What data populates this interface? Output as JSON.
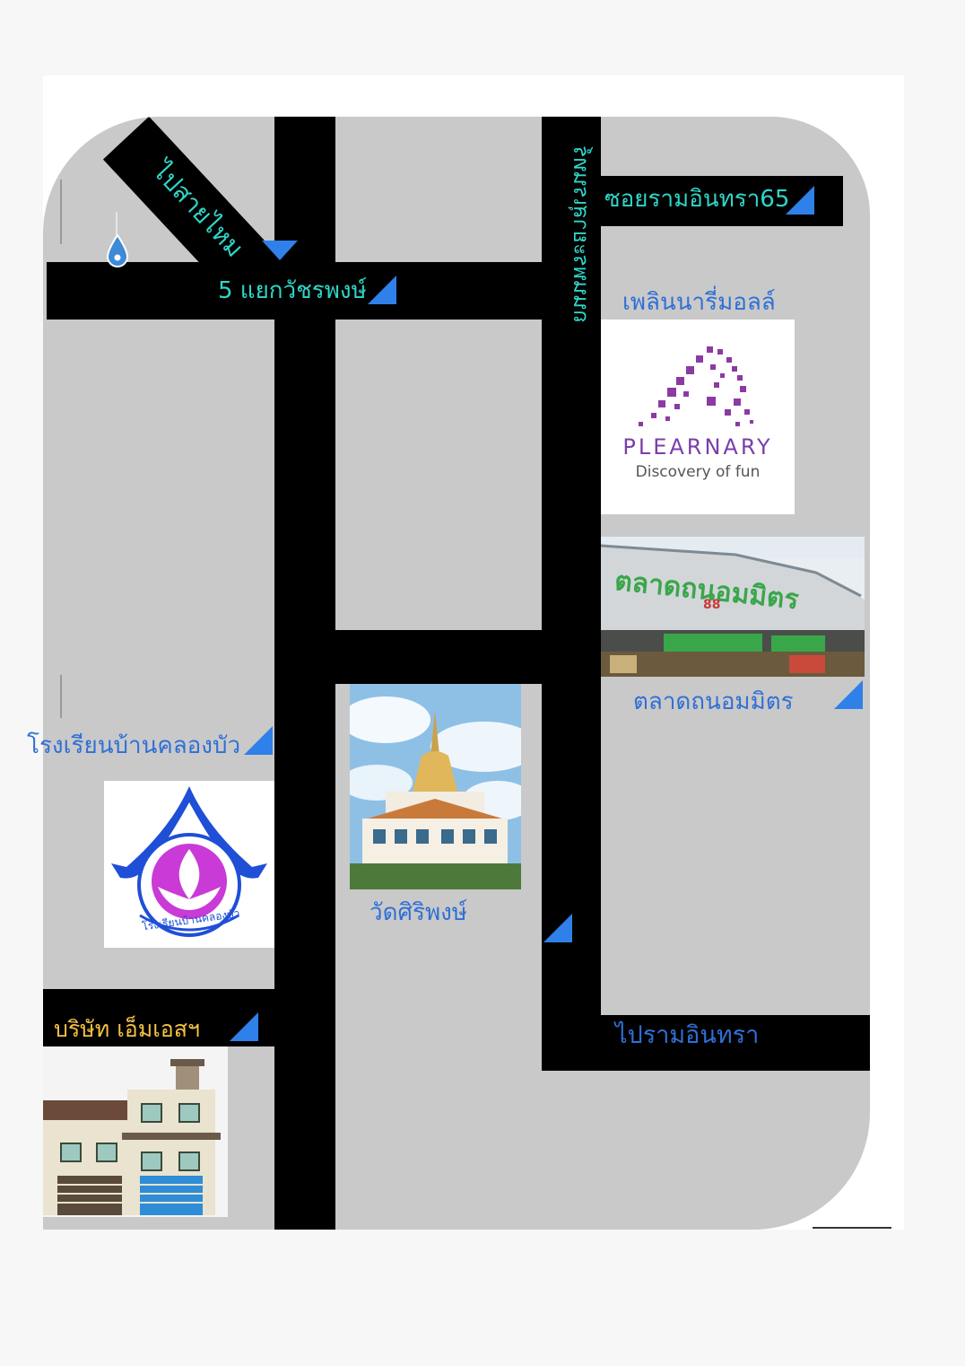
{
  "labels": {
    "to_sai_mai": "ไปสายไหม",
    "five_intersection": "5 แยกวัชรพงษ์",
    "soi_ram_inthra_65": "ซอยรามอินทรา65",
    "plearnary_mall": "เพลินนารี่มอลล์",
    "road_name": "ถนนพระยาสุเรนทร์",
    "talad_thanon_mit": "ตลาดถนอมมิตร",
    "school": "โรงเรียนบ้านคลองบัว",
    "wat_siriphong": "วัดศิริพงษ์",
    "company": "บริษัท เอ็มเอสฯ",
    "to_ram_inthra": "ไปรามอินทรา"
  },
  "plearnary": {
    "brand": "PLEARNARY",
    "tagline": "Discovery of fun"
  },
  "market_photo": {
    "sign": "ตลาดถนอมมิตร",
    "number": "88"
  },
  "school_logo": {
    "ring_text": "โรงเรียนบ้านคลองบัว"
  },
  "colors": {
    "road": "#000000",
    "background_area": "#c9c9c9",
    "label_blue": "#2f6fd6",
    "label_cyan": "#2fd6c8",
    "label_yellow": "#f5c242",
    "arrow_blue": "#2f80e8"
  },
  "icons": [
    "location-pin-icon",
    "direction-arrow-icon"
  ]
}
